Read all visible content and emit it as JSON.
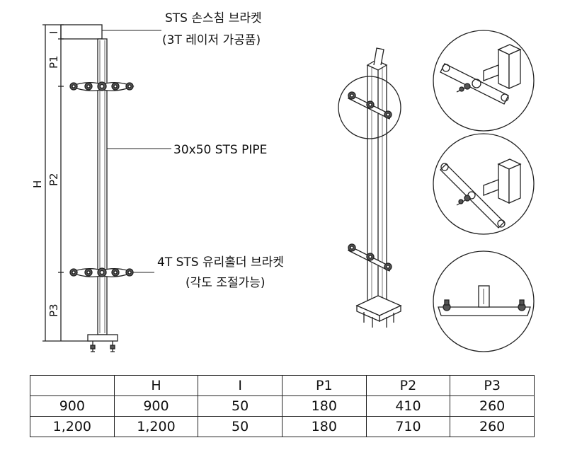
{
  "labels": {
    "bracket_top_line1": "STS 손스침 브라켓",
    "bracket_top_line2": "(3T 레이저 가공품)",
    "pipe": "30x50 STS PIPE",
    "holder_line1": "4T STS 유리홀더 브라켓",
    "holder_line2": "(각도 조절가능)"
  },
  "dimensions": {
    "h": "H",
    "i": "I",
    "p1": "P1",
    "p2": "P2",
    "p3": "P3"
  },
  "table": {
    "headers": [
      "",
      "H",
      "I",
      "P1",
      "P2",
      "P3"
    ],
    "rows": [
      [
        "900",
        "900",
        "50",
        "180",
        "410",
        "260"
      ],
      [
        "1,200",
        "1,200",
        "50",
        "180",
        "710",
        "260"
      ]
    ]
  }
}
